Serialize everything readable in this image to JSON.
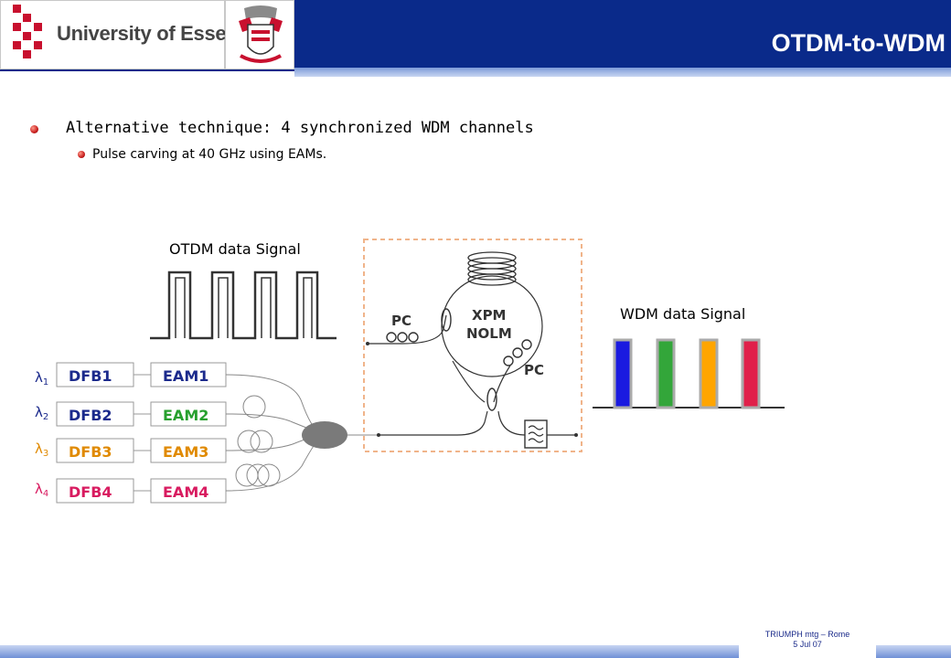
{
  "header": {
    "university": "University of Essex",
    "title": "OTDM-to-WDM"
  },
  "bullets": {
    "level1": "Alternative technique: 4 synchronized WDM channels",
    "level2": "Pulse carving at 40 GHz using EAMs."
  },
  "diagram": {
    "otdm_label": "OTDM data Signal",
    "wdm_label": "WDM data Signal",
    "pc_left": "PC",
    "pc_right": "PC",
    "xpm": "XPM",
    "nolm": "NOLM",
    "sources": [
      {
        "lambda": "λ",
        "sub": "1",
        "dfb": "DFB1",
        "eam": "EAM1",
        "color": "#1b2a8c",
        "eam_color": "#1b2a8c"
      },
      {
        "lambda": "λ",
        "sub": "2",
        "dfb": "DFB2",
        "eam": "EAM2",
        "color": "#1b2a8c",
        "eam_color": "#27a02e"
      },
      {
        "lambda": "λ",
        "sub": "3",
        "dfb": "DFB3",
        "eam": "EAM3",
        "color": "#e08a00",
        "eam_color": "#e08a00"
      },
      {
        "lambda": "λ",
        "sub": "4",
        "dfb": "DFB4",
        "eam": "EAM4",
        "color": "#d81b60",
        "eam_color": "#d81b60"
      }
    ],
    "wdm_colors": [
      "#1a1ae0",
      "#33a63a",
      "#ffa500",
      "#e0204a"
    ]
  },
  "footer": {
    "line1": "TRIUMPH mtg – Rome",
    "line2": "5 Jul 07"
  }
}
